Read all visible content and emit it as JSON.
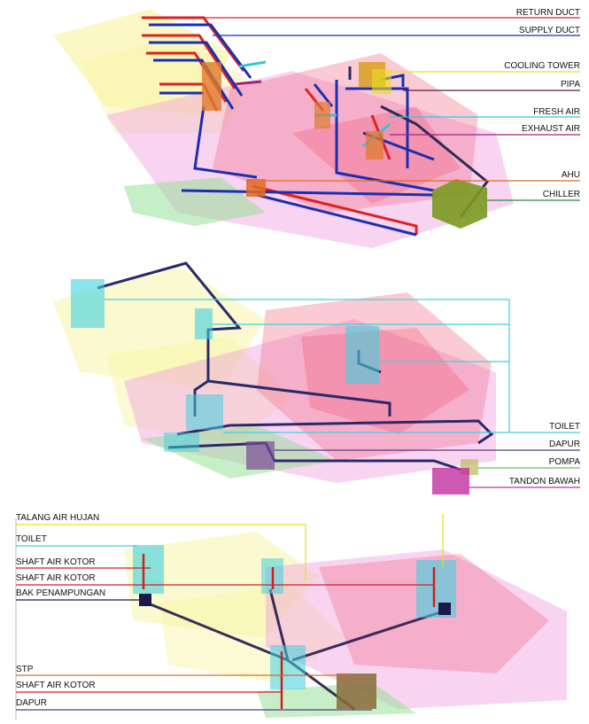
{
  "panel1": {
    "labels": {
      "return_duct": "RETURN DUCT",
      "supply_duct": "SUPPLY DUCT",
      "cooling_tower": "COOLING TOWER",
      "pipa": "PIPA",
      "fresh_air": "FRESH AIR",
      "exhaust_air": "EXHAUST AIR",
      "ahu": "AHU",
      "chiller": "CHILLER"
    }
  },
  "panel2": {
    "labels": {
      "toilet": "TOILET",
      "dapur": "DAPUR",
      "pompa": "POMPA",
      "tandon_bawah": "TANDON BAWAH"
    }
  },
  "panel3": {
    "labels": {
      "talang_air_hujan": "TALANG AIR HUJAN",
      "toilet": "TOILET",
      "shaft_air_kotor_1": "SHAFT AIR KOTOR",
      "shaft_air_kotor_2": "SHAFT AIR KOTOR",
      "bak_penampungan": "BAK PENAMPUNGAN",
      "stp": "STP",
      "shaft_air_kotor_3": "SHAFT AIR KOTOR",
      "dapur": "DAPUR"
    }
  },
  "colors": {
    "return_duct": "#e02020",
    "supply_duct": "#1a2fb0",
    "cooling_tower": "#e8e020",
    "pipa": "#5a1a4a",
    "fresh_air": "#30c8d8",
    "exhaust_air": "#a0208a",
    "ahu": "#e06a20",
    "chiller": "#2a8a3a",
    "toilet": "#40d0e0",
    "dapur": "#5a3a8a",
    "pompa": "#60c060",
    "tandon_bawah": "#c030a0",
    "talang": "#e8e020",
    "shaft": "#d02020",
    "pipe_dark": "#2a2a5a"
  }
}
